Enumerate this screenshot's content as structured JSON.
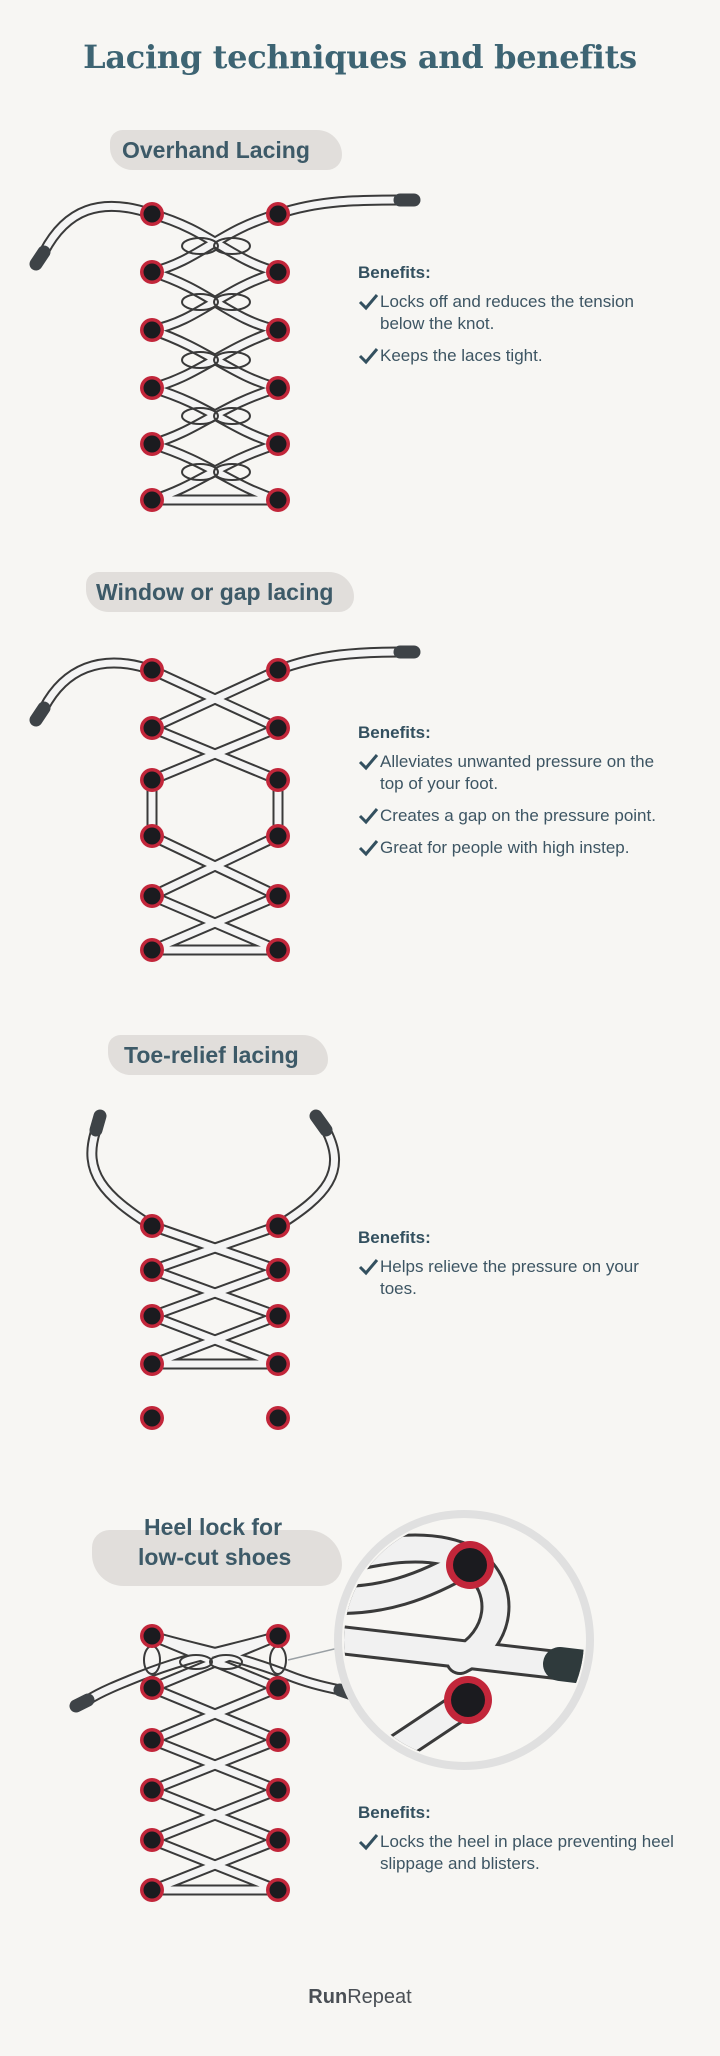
{
  "title": "Lacing techniques and benefits",
  "sections": [
    {
      "title": "Overhand Lacing",
      "benefits_heading": "Benefits:",
      "benefits": [
        "Locks off and reduces the tension below the knot.",
        "Keeps the laces tight."
      ]
    },
    {
      "title": "Window or gap lacing",
      "benefits_heading": "Benefits:",
      "benefits": [
        "Alleviates unwanted pressure on the top of your foot.",
        "Creates a gap on the pressure point.",
        "Great for people with high instep."
      ]
    },
    {
      "title": "Toe-relief lacing",
      "benefits_heading": "Benefits:",
      "benefits": [
        "Helps relieve the pressure on your toes."
      ]
    },
    {
      "title_line1": "Heel lock for",
      "title_line2": "low-cut shoes",
      "benefits_heading": "Benefits:",
      "benefits": [
        "Locks the heel in place preventing heel slippage and blisters."
      ]
    }
  ],
  "footer": {
    "brand_bold": "Run",
    "brand_light": "Repeat"
  },
  "colors": {
    "title": "#3d6473",
    "text": "#33505f",
    "eyelet_ring": "#c2263a",
    "eyelet_fill": "#1b1b1f",
    "lace_fill": "#f4f4f4",
    "lace_stroke": "#3a3a3a",
    "aglet": "#3e4347"
  }
}
